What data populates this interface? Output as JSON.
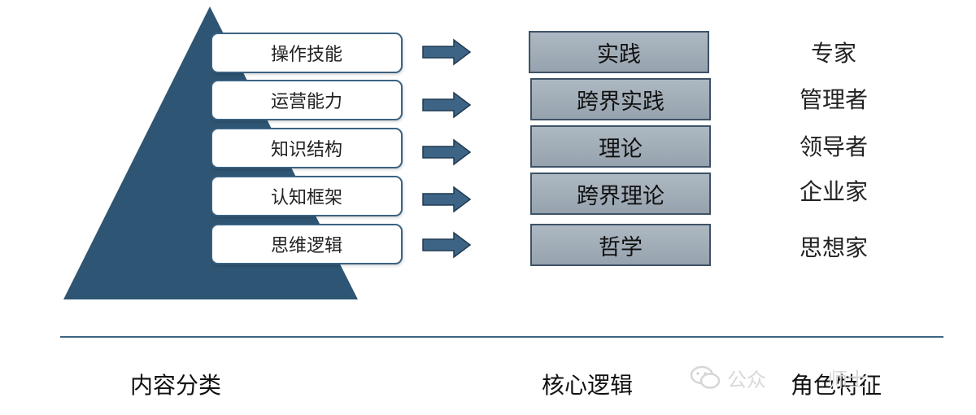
{
  "content_categories": [
    "操作技能",
    "运营能力",
    "知识结构",
    "认知框架",
    "思维逻辑"
  ],
  "core_logic": [
    "实践",
    "跨界实践",
    "理论",
    "跨界理论",
    "哲学"
  ],
  "roles": [
    "专家",
    "管理者",
    "领导者",
    "企业家",
    "思想家"
  ],
  "footer": {
    "content_category_label": "内容分类",
    "core_logic_label": "核心逻辑",
    "role_label": "角色特征"
  },
  "watermark": {
    "text": "公众",
    "trailing_text": "师士"
  },
  "colors": {
    "pyramid": "#2e5573",
    "arrow_fill": "#3e6485",
    "logic_box": "#a2adb7",
    "divider": "#3d6584"
  }
}
